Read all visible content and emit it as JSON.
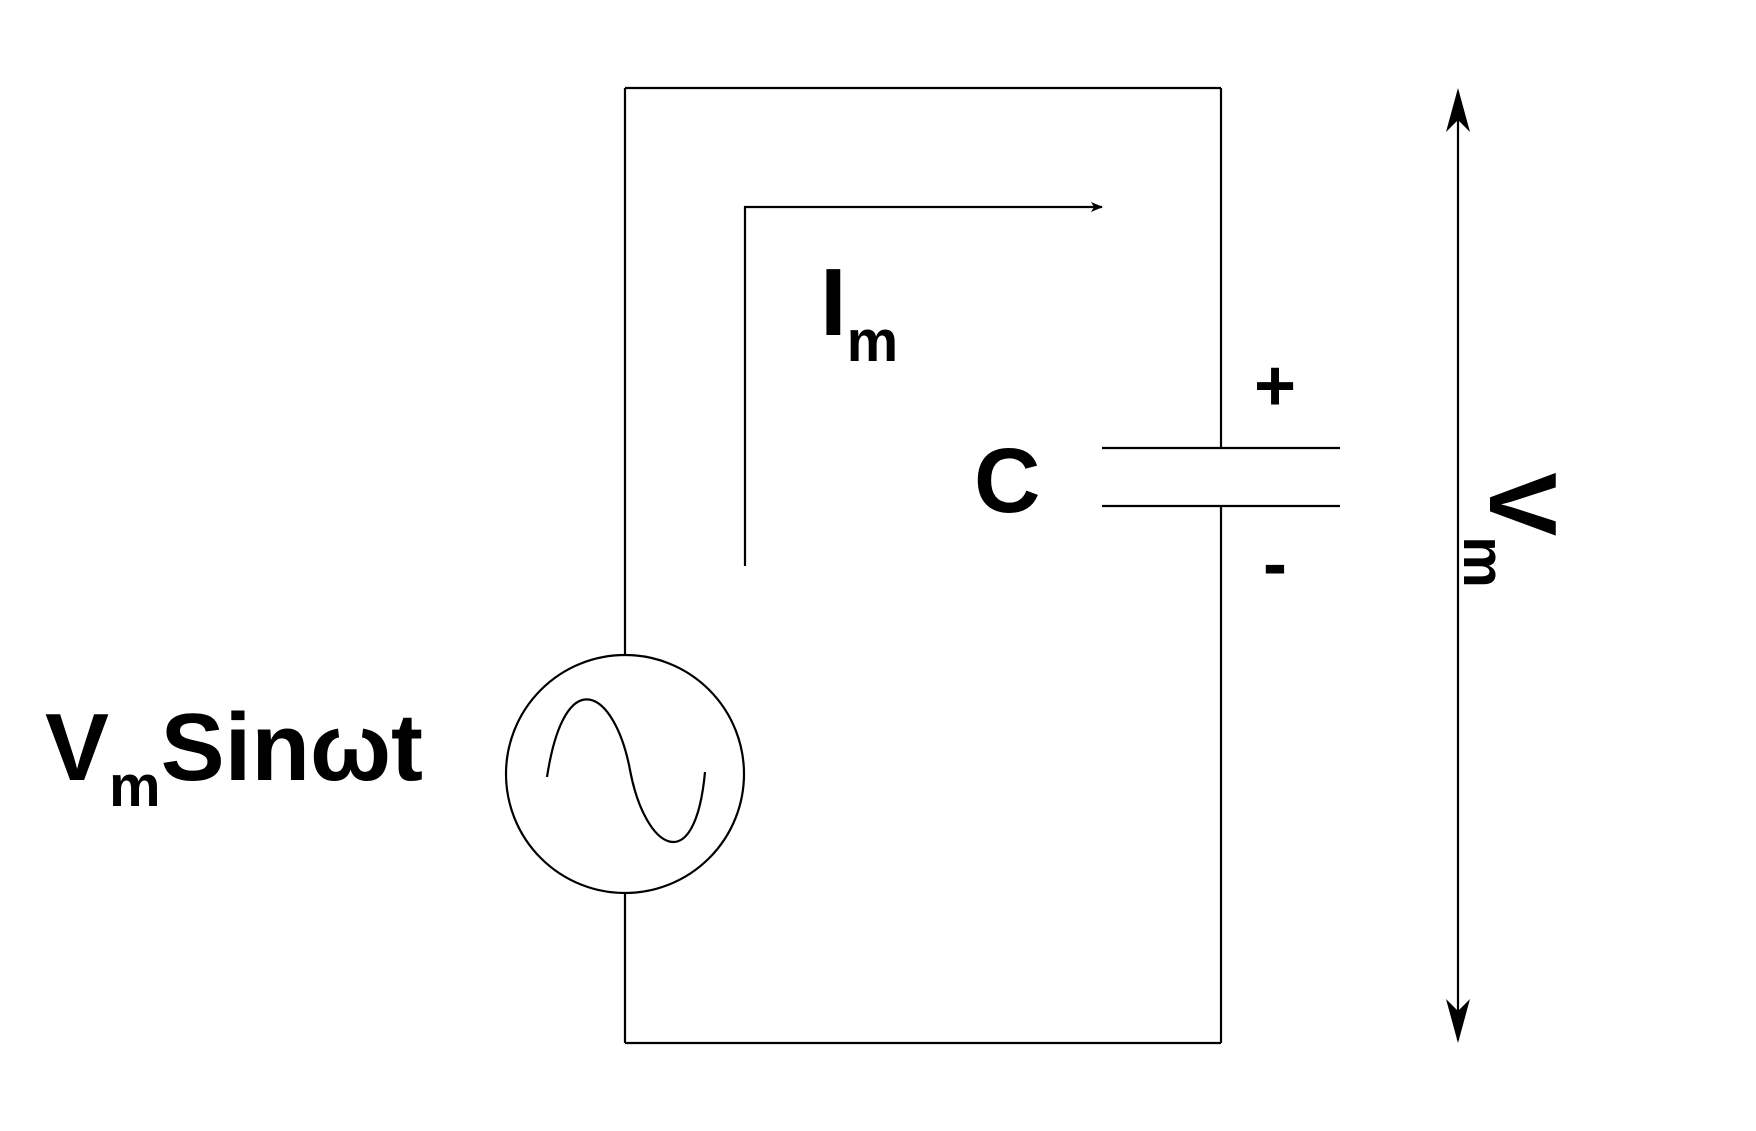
{
  "source": {
    "label_main": "V",
    "label_sub": "m",
    "label_rest": "Sinωt",
    "symbol_icon": "sine-wave-icon"
  },
  "current": {
    "label_main": "I",
    "label_sub": "m"
  },
  "capacitor": {
    "label": "C",
    "plus": "+",
    "minus": "-"
  },
  "voltage": {
    "label_main": "V",
    "label_sub": "m"
  },
  "colors": {
    "line": "#000000",
    "background": "#ffffff"
  }
}
